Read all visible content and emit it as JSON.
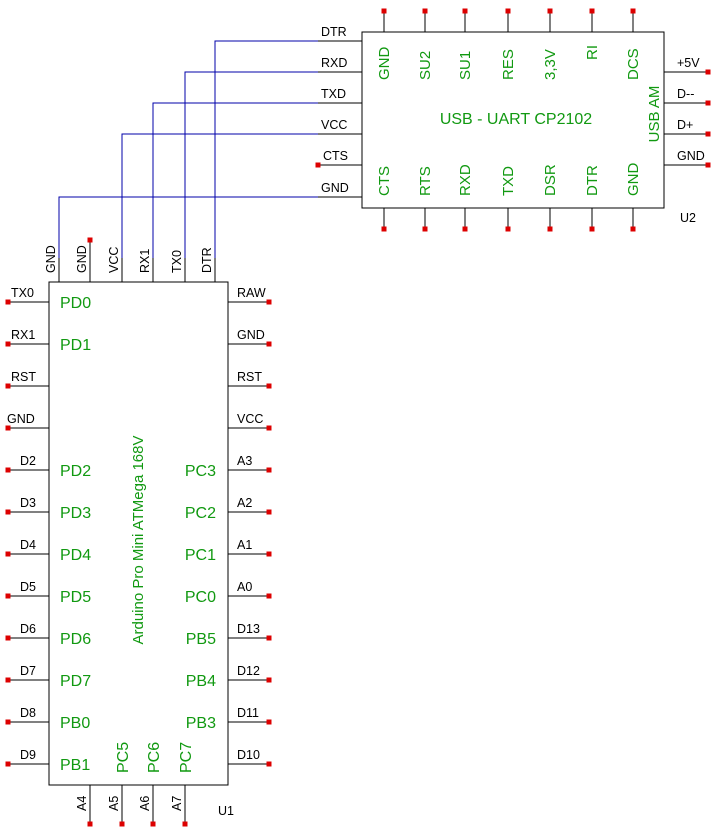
{
  "u1": {
    "title": "Arduino Pro Mini ATMega 168V",
    "ref": "U1",
    "top_pins": [
      "GND",
      "GND",
      "VCC",
      "RX1",
      "TX0",
      "DTR"
    ],
    "left_net_labels": [
      "TX0",
      "RX1",
      "RST",
      "GND",
      "D2",
      "D3",
      "D4",
      "D5",
      "D6",
      "D7",
      "D8",
      "D9"
    ],
    "left_port_labels": [
      "PD0",
      "PD1",
      "PD2",
      "PD3",
      "PD4",
      "PD5",
      "PD6",
      "PD7",
      "PB0",
      "PB1"
    ],
    "right_net_labels": [
      "RAW",
      "GND",
      "RST",
      "VCC",
      "A3",
      "A2",
      "A1",
      "A0",
      "D13",
      "D12",
      "D11",
      "D10"
    ],
    "right_port_labels": [
      "PC3",
      "PC2",
      "PC1",
      "PC0",
      "PB5",
      "PB4",
      "PB3"
    ],
    "bottom_pins": [
      "A4",
      "A5",
      "A6",
      "A7"
    ],
    "bottom_port_labels": [
      "PC5",
      "PC6",
      "PC7"
    ]
  },
  "u2": {
    "title": "USB - UART CP2102",
    "ref": "U2",
    "connector_label": "USB AM",
    "top_port_labels": [
      "GND",
      "SU2",
      "SU1",
      "RES",
      "3,3V",
      "RI",
      "DCS"
    ],
    "bottom_port_labels": [
      "CTS",
      "RTS",
      "RXD",
      "TXD",
      "DSR",
      "DTR",
      "GND"
    ],
    "left_net_labels": [
      "DTR",
      "RXD",
      "TXD",
      "VCC",
      "CTS",
      "GND"
    ],
    "right_net_labels": [
      "+5V",
      "D--",
      "D+",
      "GND"
    ]
  },
  "colors": {
    "wire": "#0000aa",
    "label": "#119911",
    "pin_end": "#dd0000",
    "outline": "#000000"
  }
}
